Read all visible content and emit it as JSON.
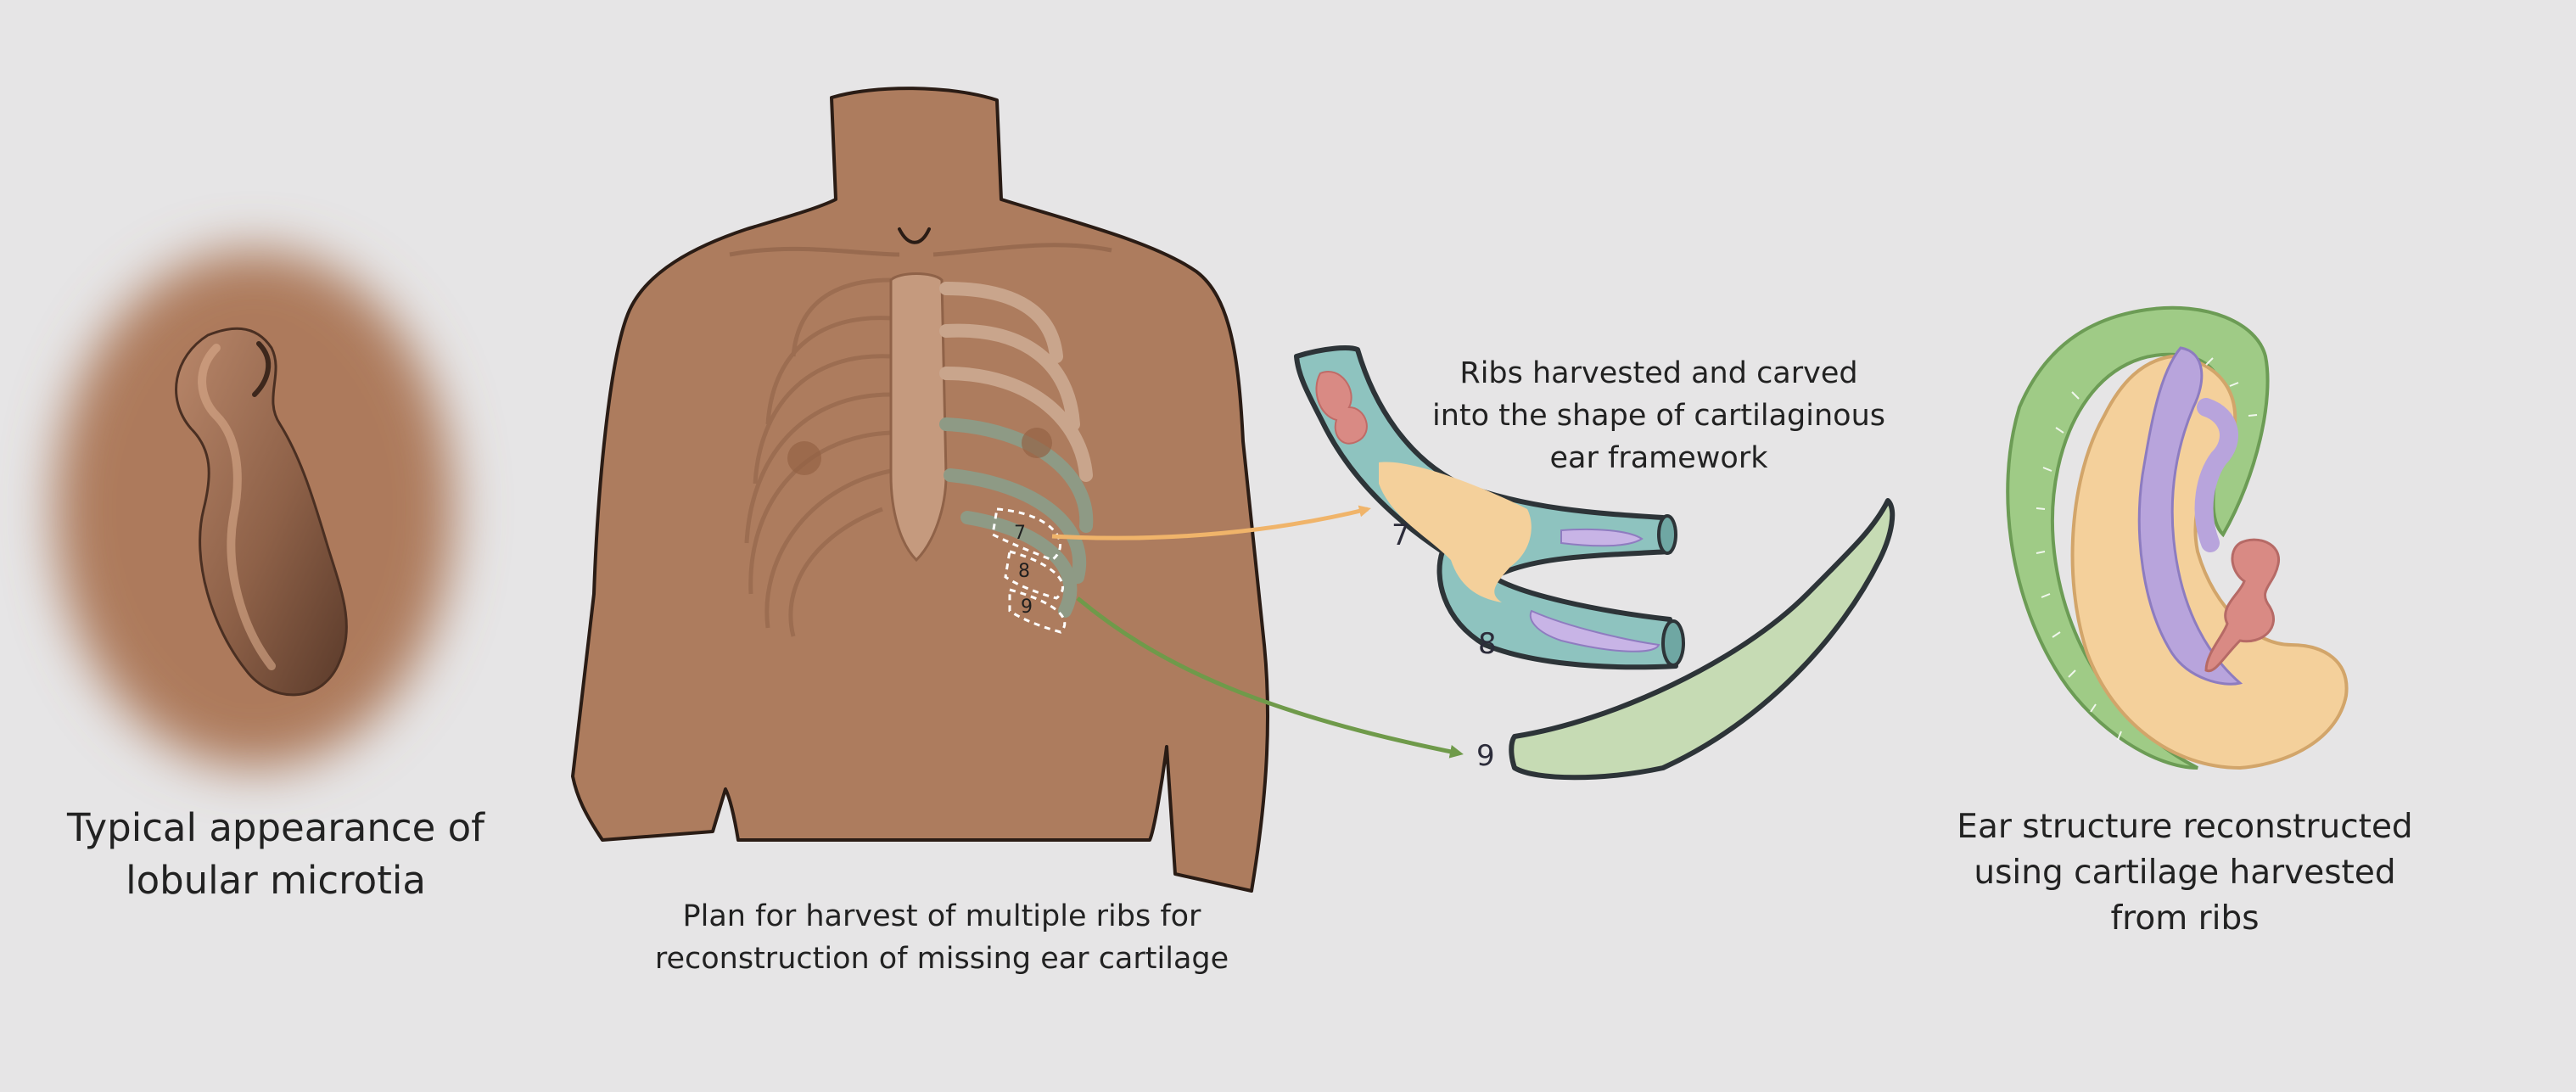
{
  "captions": {
    "microtia": [
      "Typical appearance of",
      "lobular microtia"
    ],
    "plan": [
      "Plan for harvest of multiple ribs for",
      "reconstruction of missing ear cartilage"
    ],
    "carved": [
      "Ribs harvested and carved",
      "into the shape of cartilaginous",
      "ear framework"
    ],
    "ear": [
      "Ear structure reconstructed",
      "using cartilage harvested",
      "from ribs"
    ]
  },
  "rib_labels": {
    "seven": "7",
    "eight": "8",
    "nine": "9"
  },
  "colors": {
    "background": "#e6e5e6",
    "skin": "#ad7c5e",
    "rib_teal": "#8ec3bf",
    "cartilage_peach": "#f4d09b",
    "cartilage_lavender": "#b8a4dc",
    "helix_green": "#9fcb86",
    "flesh_pink": "#d98a84",
    "arrow_orange": "#f0b46a",
    "arrow_green": "#6f9a4a"
  }
}
